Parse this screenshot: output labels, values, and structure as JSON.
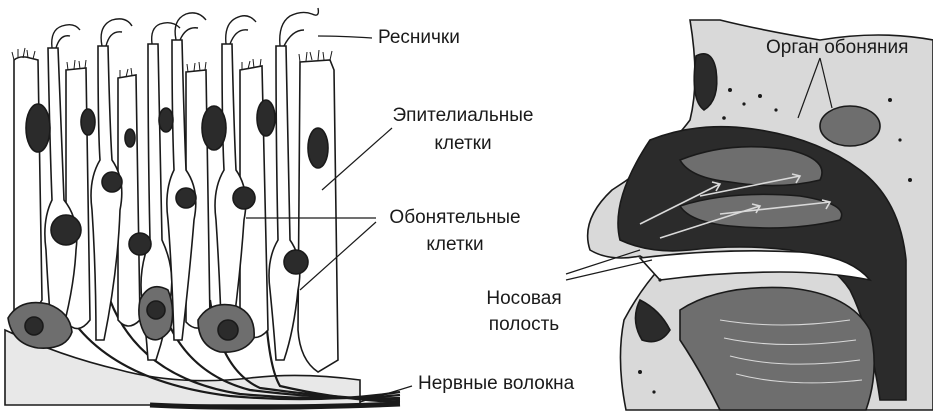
{
  "labels": {
    "cilia": "Реснички",
    "epithelial_line1": "Эпителиальные",
    "epithelial_line2": "клетки",
    "olfactory_line1": "Обонятельные",
    "olfactory_line2": "клетки",
    "nerve_fibers": "Нервные волокна",
    "olfactory_organ": "Орган обоняния",
    "nasal_line1": "Носовая",
    "nasal_line2": "полость"
  },
  "colors": {
    "ink": "#1a1a1a",
    "dark_fill": "#2b2b2b",
    "mid_fill": "#6e6e6e",
    "light_fill": "#d9d9d9",
    "paper": "#ffffff"
  }
}
